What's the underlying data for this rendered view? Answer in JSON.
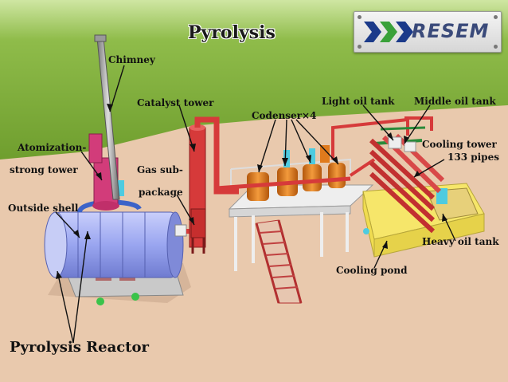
{
  "title": "Pyrolysis",
  "logo": {
    "text": "RESEM",
    "icon": "chevron-arrows-icon"
  },
  "labels": {
    "chimney": "Chimney",
    "catalyst_tower": "Catalyst tower",
    "codenser": "Codenser×4",
    "light_oil_tank": "Light oil tank",
    "middle_oil_tank": "Middle oil tank",
    "atomization_1": "Atomization-",
    "atomization_2": "strong tower",
    "gas_sub_1": "Gas sub-",
    "gas_sub_2": "package",
    "cooling_tower_1": "Cooling tower",
    "cooling_tower_2": "133 pipes",
    "outside_shell": "Outside shell",
    "heavy_oil_tank": "Heavy oil tank",
    "cooling_pond": "Cooling pond",
    "pyrolysis_reactor": "Pyrolysis Reactor"
  },
  "colors": {
    "grass": "#7fae3c",
    "ground": "#e9c9ad",
    "pipe_red": "#d63a3a",
    "reactor_blue": "#9aa6f0",
    "tank_orange": "#e07a1c",
    "pond_yellow": "#f6e66a"
  }
}
